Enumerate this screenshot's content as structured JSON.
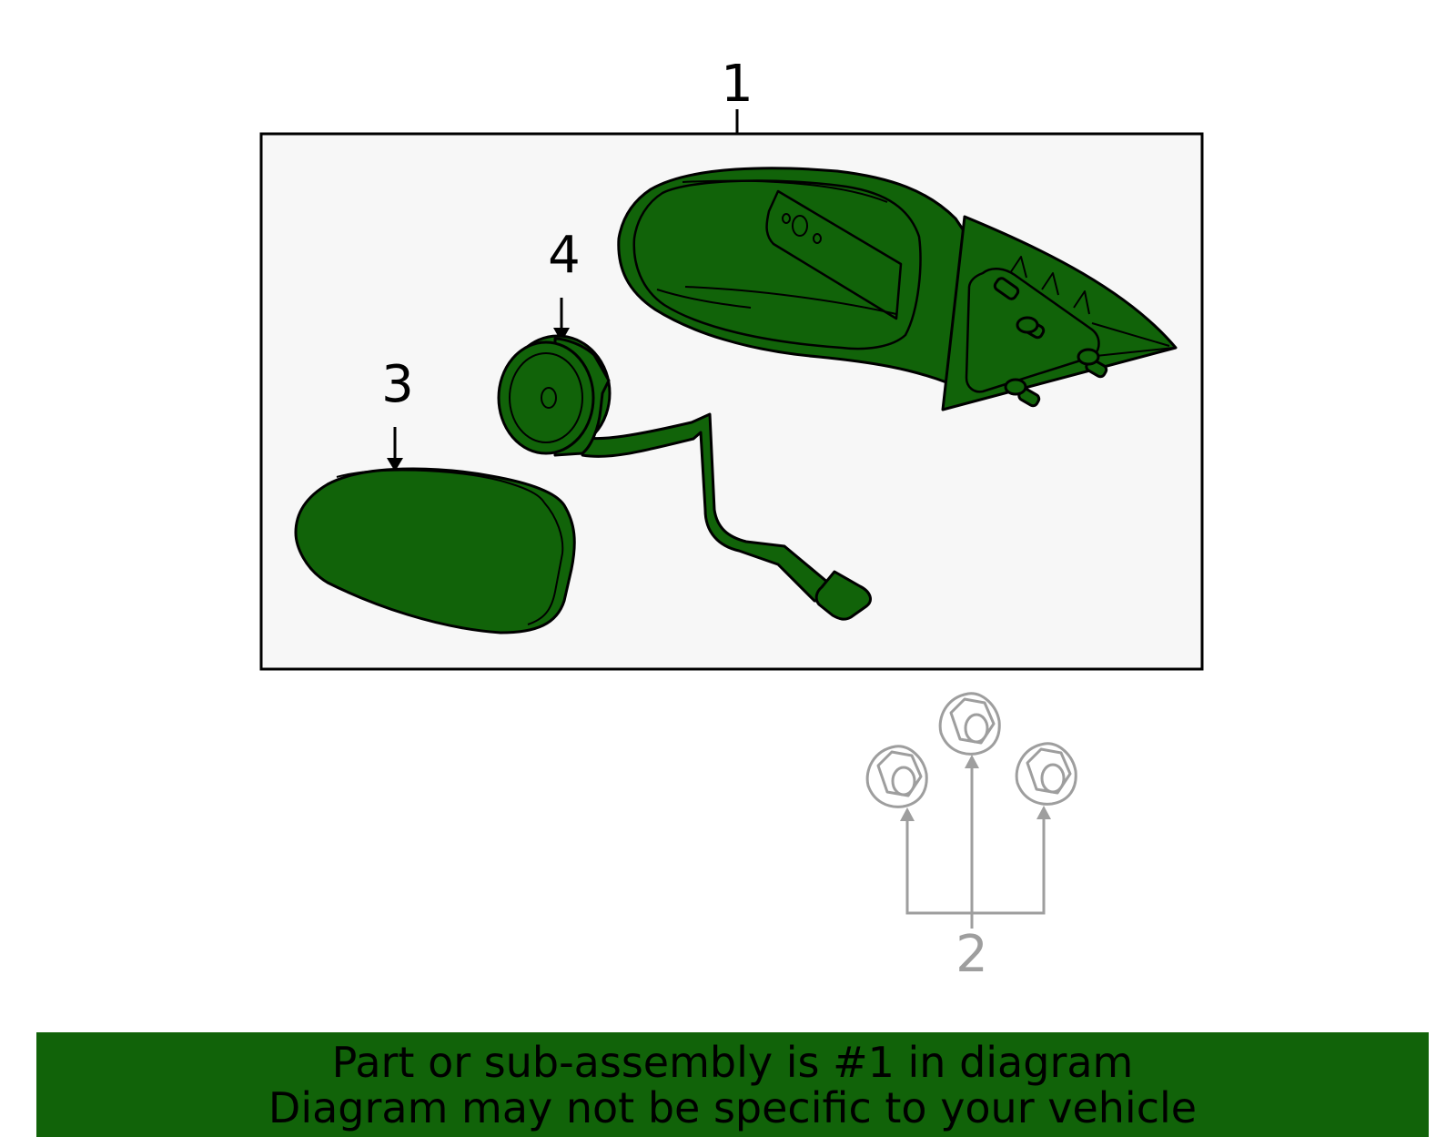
{
  "callouts": {
    "c1": "1",
    "c2": "2",
    "c3": "3",
    "c4": "4"
  },
  "banner": {
    "line1": "Part or sub-assembly is #1 in diagram",
    "line2": "Diagram may not be specific to your vehicle"
  },
  "colors": {
    "part_fill": "#116309",
    "highlight_box": "#f7f7f7",
    "outline": "#000000",
    "secondary_part": "#9e9e9e",
    "banner_bg": "#116309"
  }
}
